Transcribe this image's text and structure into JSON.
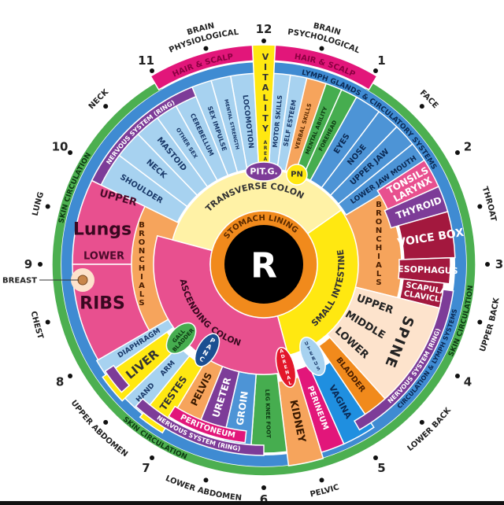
{
  "center_label": "R",
  "clock": [
    "12",
    "1",
    "2",
    "3",
    "4",
    "5",
    "6",
    "7",
    "8",
    "9",
    "10",
    "11"
  ],
  "zones": [
    {
      "lines": [
        "BRAIN",
        "PHYSIOLOGICAL"
      ]
    },
    {
      "lines": [
        "BRAIN",
        "PSYCHOLOGICAL"
      ]
    },
    {
      "lines": [
        "FACE"
      ]
    },
    {
      "lines": [
        "THROAT"
      ]
    },
    {
      "lines": [
        "UPPER BACK"
      ]
    },
    {
      "lines": [
        "LOWER BACK"
      ]
    },
    {
      "lines": [
        "PELVIC"
      ]
    },
    {
      "lines": [
        "LOWER ABDOMEN"
      ]
    },
    {
      "lines": [
        "UPPER ABDOMEN"
      ]
    },
    {
      "lines": [
        "CHEST"
      ]
    },
    {
      "lines": [
        "LUNG"
      ]
    },
    {
      "lines": [
        "NECK"
      ]
    }
  ],
  "rings": {
    "skin_circulation": "SKIN CIRCULATION",
    "lymph_glands": "LYMPH GLANDS & CIRCULATORY SYSTEMS",
    "circulation_lymph": "CIRCULATION & LYMPH SYSTEMS",
    "nervous_system": "NERVOUS SYSTEM (RING)",
    "hair_scalp": "HAIR & SCALP",
    "stomach_lining": "STOMACH LINING",
    "transverse_colon": "TRANSVERSE COLON",
    "small_intestine": "SMALL INTESTINE",
    "ascending_colon": "ASCENDING COLON"
  },
  "organs": {
    "vitality": "VITALITY",
    "vitality_area": "AREA",
    "locomotion": "LOCOMOTION",
    "mental_strength": "MENTAL STRENGTH",
    "sex_impulse": "SEX IMPULSE",
    "cerebellum": "CEREBELLUM",
    "other_sex": "OTHER SEX",
    "mastoid": "MASTOID",
    "neck": "NECK",
    "shoulder": "SHOULDER",
    "motor_skills": "MOTOR SKILLS",
    "self_esteem": "SELF ESTEEM",
    "verbal_skills": "VERBAL SKILLS",
    "mental_ability": "MENTAL ABILITY",
    "forehead": "FOREHEAD",
    "eyes": "EYES",
    "nose": "NOSE",
    "upper_jaw": "UPPER JAW",
    "lower_jaw_mouth": "LOWER JAW MOUTH",
    "tonsils_larynx": [
      "TONSILS",
      "LARYNX"
    ],
    "thyroid": "THYROID",
    "voice_box": "VOICE BOX",
    "esophagus": "ESOPHAGUS",
    "scapula_clavicle": [
      "SCAPULA",
      "CLAVICLE"
    ],
    "bronchials": "BRONCHIALS",
    "spine": "SPINE",
    "spine_upper": "UPPER",
    "spine_middle": "MIDDLE",
    "spine_lower": "LOWER",
    "bladder": "BLADDER",
    "vagina": "VAGINA",
    "perineum": "PERINEUM",
    "uterus": "UTERUS",
    "kidney": "KIDNEY",
    "adrenal": "ADRENAL",
    "leg_knee_foot": "LEG KNEE FOOT",
    "groin": "GROIN",
    "ureter": "URETER",
    "pelvis": "PELVIS",
    "panc": "PANC",
    "testes": "TESTES",
    "peritoneum": "PERITONEUM",
    "hand": "HAND",
    "arm": "ARM",
    "gall_bladder": [
      "GALL",
      "BLADDER"
    ],
    "liver": "LIVER",
    "diaphragm": "DIAPHRAGM",
    "lungs": "Lungs",
    "lungs_upper": "UPPER",
    "lungs_lower": "LOWER",
    "ribs": "RIBS",
    "breast": "BREAST",
    "pit_g": "PIT.G.",
    "pn": "PN"
  },
  "colors": {
    "lightblue": "#a7d2f0",
    "blue": "#4d94d6",
    "ringblue": "#3f8bd2",
    "green": "#46ad4f",
    "ringgreen": "#4caf50",
    "pink": "#e8508f",
    "magenta": "#e2167a",
    "purple": "#7d3c98",
    "orange": "#f6a45c",
    "darkorange": "#f18a1c",
    "yellow": "#ffe811",
    "paleyellow": "#fff2a6",
    "darkred": "#a3183e",
    "peach": "#fde3cc",
    "vividblue": "#1f8fe0",
    "navy": "#1b4f91",
    "red": "#e3172b",
    "black": "#000000"
  }
}
